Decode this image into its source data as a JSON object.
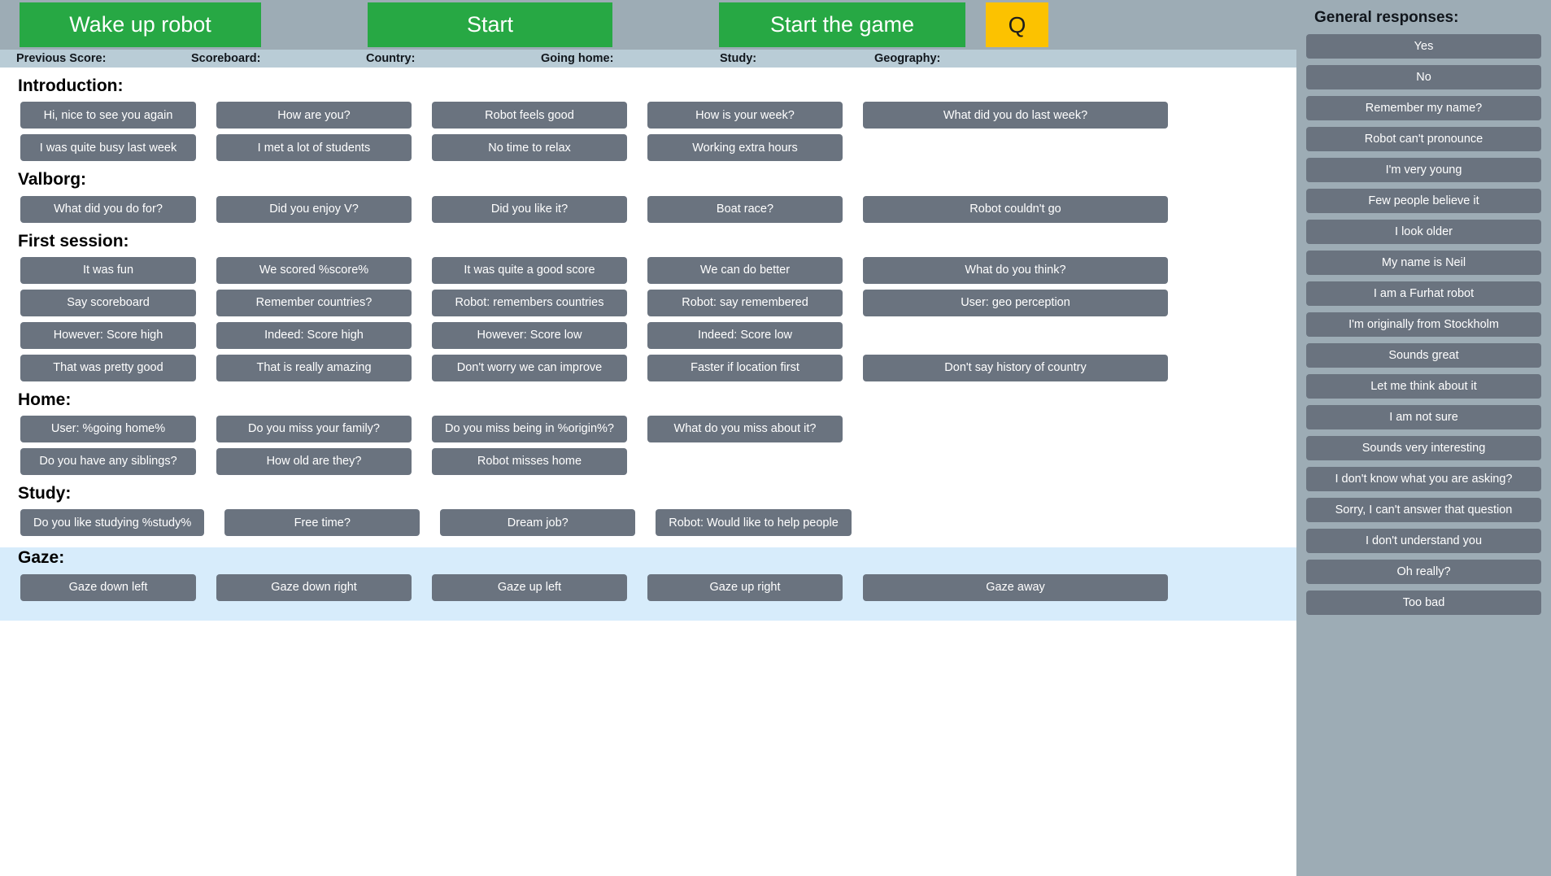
{
  "toolbar": {
    "wake_label": "Wake up robot",
    "start_label": "Start",
    "start_game_label": "Start the game",
    "q_label": "Q"
  },
  "statusbar": {
    "items": [
      "Previous Score:",
      "Scoreboard:",
      "Country:",
      "Going home:",
      "Study:",
      "Geography:"
    ]
  },
  "sections": [
    {
      "title": "Introduction:",
      "rows": [
        [
          "Hi, nice to see you again",
          "How are you?",
          "Robot feels good",
          "How is your week?",
          "What did you do last week?"
        ],
        [
          "I was quite busy last week",
          "I met a lot of students",
          "No time to relax",
          "Working extra hours"
        ]
      ]
    },
    {
      "title": "Valborg:",
      "rows": [
        [
          "What did you do for?",
          "Did you enjoy V?",
          "Did you like it?",
          "Boat race?",
          "Robot couldn't go"
        ]
      ]
    },
    {
      "title": "First session:",
      "rows": [
        [
          "It was fun",
          "We scored %score%",
          "It was quite a good score",
          "We can do better",
          "What do you think?"
        ],
        [
          "Say scoreboard",
          "Remember countries?",
          "Robot: remembers countries",
          "Robot: say remembered",
          "User: geo perception"
        ],
        [
          "However: Score high",
          "Indeed: Score high",
          "However: Score low",
          "Indeed: Score low"
        ],
        [
          "That was pretty good",
          "That is really amazing",
          "Don't worry we can improve",
          "Faster if location first",
          "Don't say history of country"
        ]
      ]
    },
    {
      "title": "Home:",
      "rows": [
        [
          "User: %going home%",
          "Do you miss your family?",
          "Do you miss being in %origin%?",
          "What do you miss about it?"
        ],
        [
          "Do you have any siblings?",
          "How old are they?",
          "Robot misses home"
        ]
      ]
    },
    {
      "title": "Study:",
      "rows": [
        [
          "Do you like studying %study%",
          "Free time?",
          "Dream job?",
          "Robot: Would like to help people"
        ]
      ]
    },
    {
      "title": "Gaze:",
      "highlight": true,
      "rows": [
        [
          "Gaze down left",
          "Gaze down right",
          "Gaze up left",
          "Gaze up right",
          "Gaze away"
        ]
      ]
    }
  ],
  "sidebar": {
    "title": "General responses:",
    "items": [
      "Yes",
      "No",
      "Remember my name?",
      "Robot can't pronounce",
      "I'm very young",
      "Few people believe it",
      "I look older",
      "My name is Neil",
      "I am a Furhat robot",
      "I'm originally from Stockholm",
      "Sounds great",
      "Let me think about it",
      "I am not sure",
      "Sounds very interesting",
      "I don't know what you are asking?",
      "Sorry, I can't answer that question",
      "I don't understand you",
      "Oh really?",
      "Too bad"
    ]
  },
  "colors": {
    "accent_green": "#27a844",
    "accent_yellow": "#fcc200",
    "button_gray": "#6a737f",
    "toolbar_gray": "#9dacb5",
    "status_blue": "#b9ccd6",
    "gaze_blue": "#d7ecfb"
  }
}
